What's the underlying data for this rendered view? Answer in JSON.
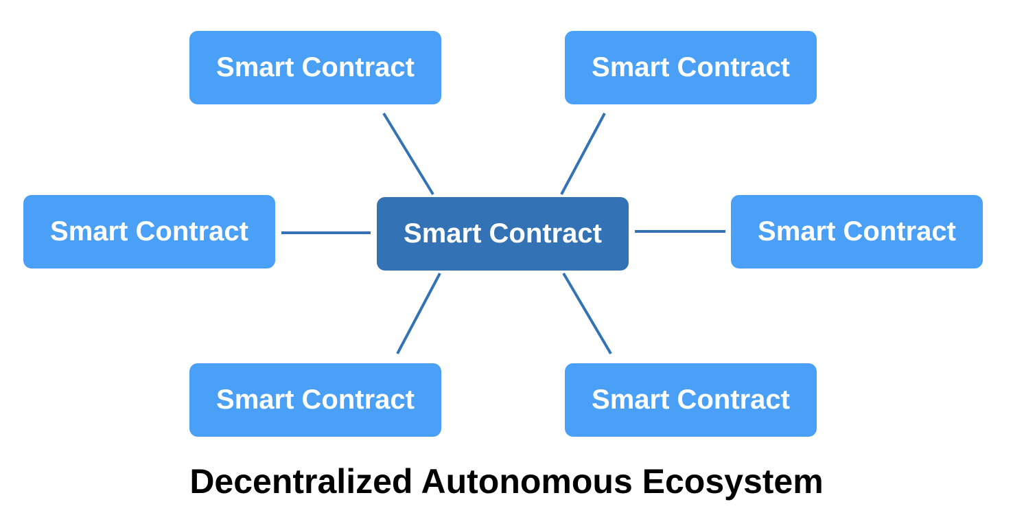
{
  "diagram": {
    "center_node": {
      "label": "Smart Contract"
    },
    "outer_nodes": [
      {
        "label": "Smart Contract"
      },
      {
        "label": "Smart Contract"
      },
      {
        "label": "Smart Contract"
      },
      {
        "label": "Smart Contract"
      },
      {
        "label": "Smart Contract"
      },
      {
        "label": "Smart Contract"
      }
    ],
    "caption": "Decentralized Autonomous Ecosystem"
  },
  "colors": {
    "outer_node": "#4aa0f7",
    "center_node": "#3272b5",
    "connector": "#3272b5",
    "node_text": "#ffffff",
    "caption_text": "#000000"
  }
}
